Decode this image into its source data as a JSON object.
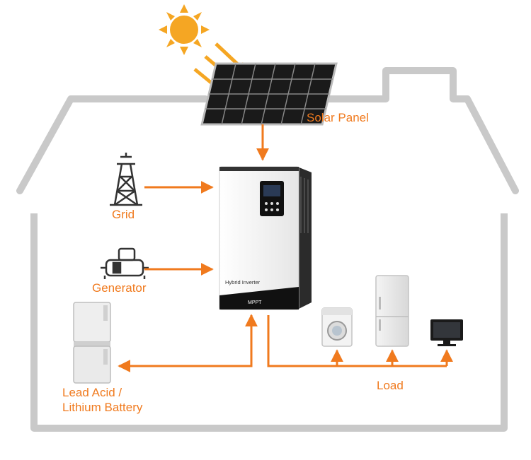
{
  "labels": {
    "solar_panel": "Solar Panel",
    "grid": "Grid",
    "generator": "Generator",
    "battery_line1": "Lead Acid /",
    "battery_line2": "Lithium Battery",
    "load": "Load"
  },
  "inverter": {
    "name": "Hybrid Inverter",
    "badge": "MPPT"
  },
  "colors": {
    "accent": "#F07A1E",
    "house_outline": "#C9C9C9",
    "sun": "#F5A623"
  }
}
